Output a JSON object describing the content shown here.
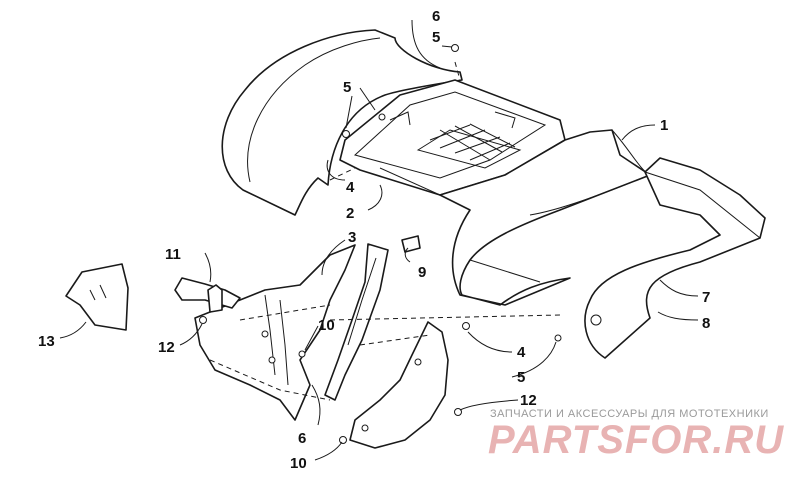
{
  "callouts": [
    {
      "id": "c1",
      "text": "1"
    },
    {
      "id": "c2",
      "text": "2"
    },
    {
      "id": "c3",
      "text": "3"
    },
    {
      "id": "c4a",
      "text": "4"
    },
    {
      "id": "c4b",
      "text": "4"
    },
    {
      "id": "c5a",
      "text": "5"
    },
    {
      "id": "c5b",
      "text": "5"
    },
    {
      "id": "c5c",
      "text": "5"
    },
    {
      "id": "c6a",
      "text": "6"
    },
    {
      "id": "c6b",
      "text": "6"
    },
    {
      "id": "c7",
      "text": "7"
    },
    {
      "id": "c8",
      "text": "8"
    },
    {
      "id": "c9",
      "text": "9"
    },
    {
      "id": "c10a",
      "text": "10"
    },
    {
      "id": "c10b",
      "text": "10"
    },
    {
      "id": "c11",
      "text": "11"
    },
    {
      "id": "c12a",
      "text": "12"
    },
    {
      "id": "c12b",
      "text": "12"
    },
    {
      "id": "c13",
      "text": "13"
    }
  ],
  "watermark": {
    "caption": "ЗАПЧАСТИ И АКСЕССУАРЫ ДЛЯ МОТОТЕХНИКИ",
    "logo": "PARTSFOR.RU"
  },
  "colors": {
    "line": "#1a1a1a",
    "background": "#ffffff",
    "watermark_logo": "#e8b3b3",
    "watermark_text": "#9a9a9a"
  }
}
